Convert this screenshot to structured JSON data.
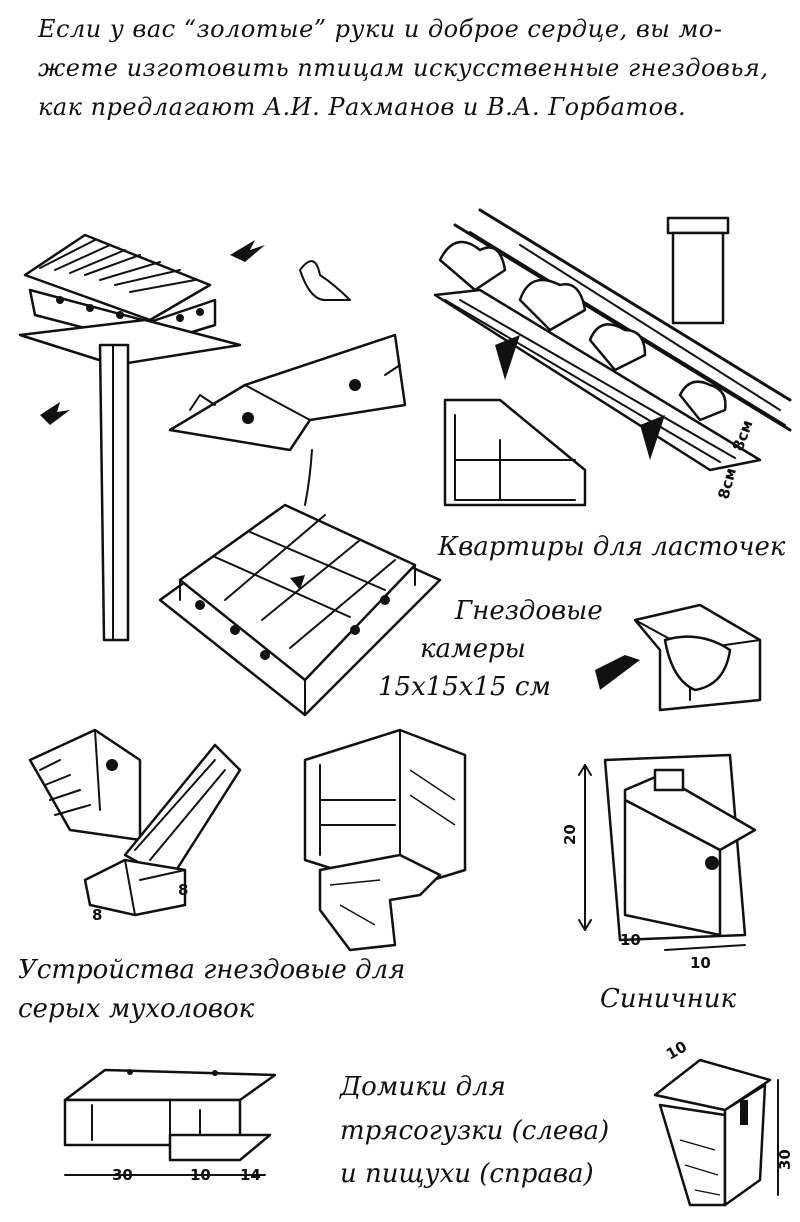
{
  "intro": {
    "line1": "Если у вас “золотые” руки и доброе сердце, вы мо-",
    "line2": "жете изготовить птицам искусственные гнездовья,",
    "line3": "как предлагают А.И. Рахманов и В.А. Горбатов."
  },
  "captions": {
    "swallows": "Квартиры для ласточек",
    "chambers_line1": "Гнездовые",
    "chambers_line2": "камеры",
    "chambers_line3": "15х15х15 см",
    "flycatchers_line1": "Устройства гнездовые для",
    "flycatchers_line2": "серых мухоловок",
    "titmouse": "Синичник",
    "wagtail_line1": "Домики для",
    "wagtail_line2": "трясогузки (слева)",
    "wagtail_line3": "и пищухи (справа)"
  },
  "dimensions": {
    "swallow_shelf_height": "8см",
    "swallow_shelf_width": "8см",
    "flycatcher_a": "8",
    "flycatcher_b": "8",
    "titmouse_height": "20",
    "titmouse_depth": "10",
    "titmouse_width": "10",
    "wagtail_length": "30",
    "wagtail_mid": "10",
    "wagtail_end": "14",
    "creeper_top": "10",
    "creeper_height": "30"
  }
}
